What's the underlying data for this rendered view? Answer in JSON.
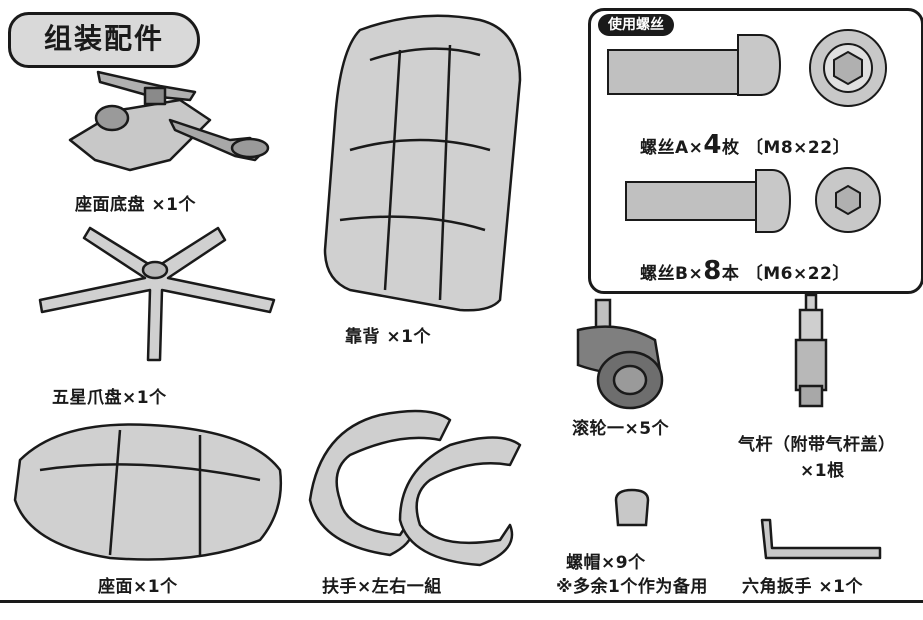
{
  "title": "组装配件",
  "screw_box": {
    "tag": "使用螺丝",
    "screw_a": {
      "name": "螺丝A",
      "times": "×",
      "count": "4",
      "unit": "枚",
      "spec": "〔M8×22〕"
    },
    "screw_b": {
      "name": "螺丝B",
      "times": "×",
      "count": "8",
      "unit": "本",
      "spec": "〔M6×22〕"
    }
  },
  "parts": {
    "seat_base": "座面底盘 ×1个",
    "star_base": "五星爪盘×1个",
    "backrest": "靠背 ×1个",
    "casters": "滚轮一×5个",
    "gas_lift_line1": "气杆（附带气杆盖）",
    "gas_lift_line2": "×1根",
    "seat": "座面×1个",
    "armrests": "扶手×左右一組",
    "caps_line1": "螺帽×9个",
    "caps_line2": "※多余1个作为备用",
    "hex_wrench": "六角扳手 ×1个"
  }
}
